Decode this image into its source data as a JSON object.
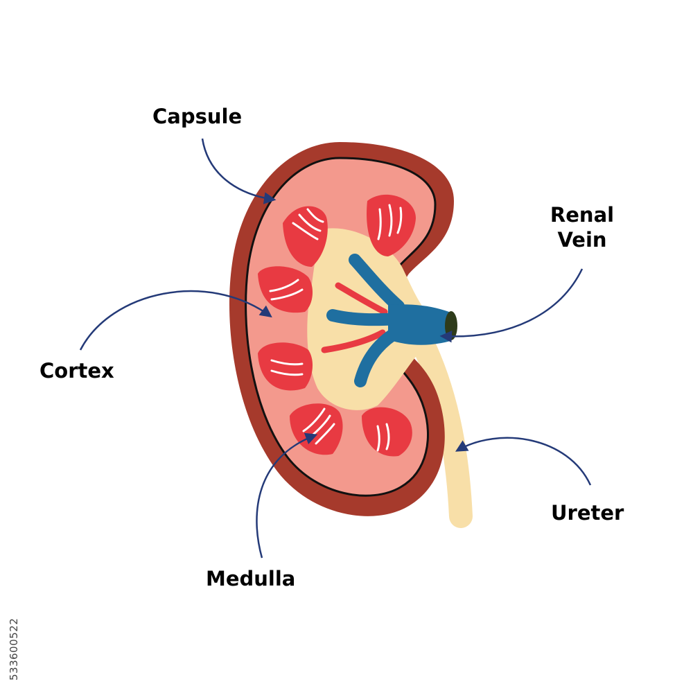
{
  "labels": {
    "capsule": "Capsule",
    "renal_vein_line1": "Renal",
    "renal_vein_line2": "Vein",
    "cortex": "Cortex",
    "ureter": "Ureter",
    "medulla": "Medulla"
  },
  "stock_id": "533600522",
  "colors": {
    "capsule_outer": "#a63a2c",
    "cortex_fill": "#f3998d",
    "medulla_pyramid": "#e83a42",
    "pelvis": "#f8dfa8",
    "vein": "#1f6fa0",
    "vein_opening": "#2e3b1a",
    "artery": "#e83a42",
    "ureter": "#f8dfa8",
    "arrow": "#243a78",
    "outline": "#111111"
  }
}
